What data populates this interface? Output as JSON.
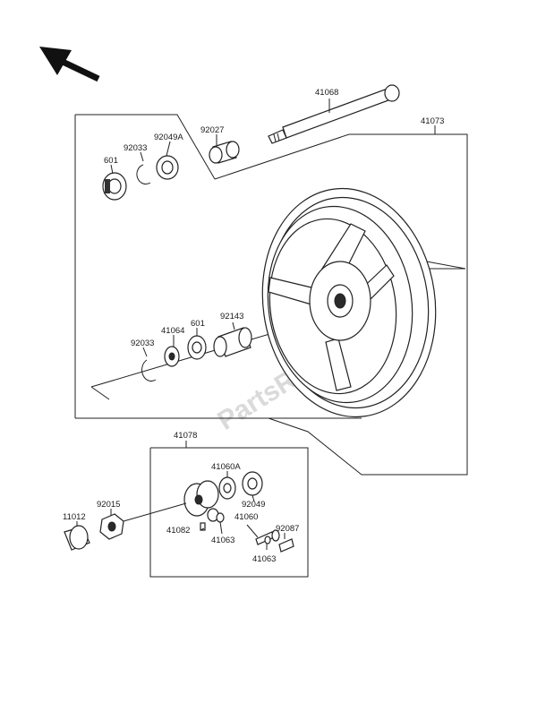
{
  "watermark": "PartsRepublik",
  "parts": [
    {
      "id": "p41068",
      "label": "41068"
    },
    {
      "id": "p41073",
      "label": "41073"
    },
    {
      "id": "p92027",
      "label": "92027"
    },
    {
      "id": "p92049A",
      "label": "92049A"
    },
    {
      "id": "p92033a",
      "label": "92033"
    },
    {
      "id": "p601a",
      "label": "601"
    },
    {
      "id": "p92143",
      "label": "92143"
    },
    {
      "id": "p601b",
      "label": "601"
    },
    {
      "id": "p41064",
      "label": "41064"
    },
    {
      "id": "p92033b",
      "label": "92033"
    },
    {
      "id": "p41078",
      "label": "41078"
    },
    {
      "id": "p41060A",
      "label": "41060A"
    },
    {
      "id": "p92015",
      "label": "92015"
    },
    {
      "id": "p11012",
      "label": "11012"
    },
    {
      "id": "p92049",
      "label": "92049"
    },
    {
      "id": "p41060",
      "label": "41060"
    },
    {
      "id": "p92087",
      "label": "92087"
    },
    {
      "id": "p41082",
      "label": "41082"
    },
    {
      "id": "p41063a",
      "label": "41063"
    },
    {
      "id": "p41063b",
      "label": "41063"
    }
  ]
}
